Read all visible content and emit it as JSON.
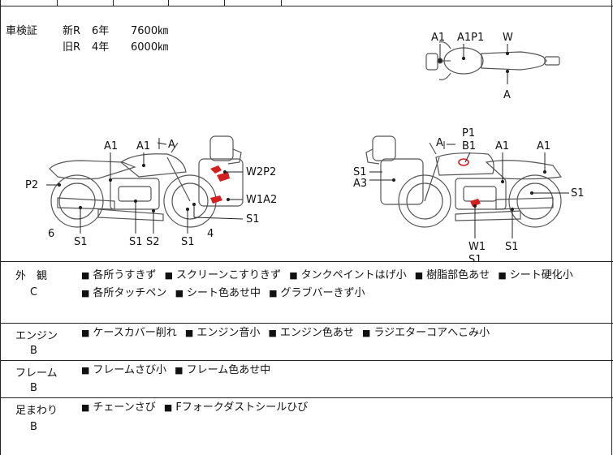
{
  "shaken": {
    "label": "車検証",
    "rows": [
      {
        "kind": "新R",
        "years": "6年",
        "km": "7600㎞"
      },
      {
        "kind": "旧R",
        "years": "4年",
        "km": "6000㎞"
      }
    ]
  },
  "diagram_labels": {
    "top_view": {
      "a1_left": "A1",
      "a1p1": "A1P1",
      "w": "W",
      "a_bottom": "A"
    },
    "left_view": {
      "a1_a": "A1",
      "a1_b": "A1",
      "a_mirror": "A",
      "w2p2": "W2P2",
      "w1a2": "W1A2",
      "s1_right": "S1",
      "p2": "P2",
      "six": "6",
      "four": "4",
      "s1_a": "S1",
      "s1_b": "S1",
      "s2": "S2",
      "s1_c": "S1"
    },
    "right_view": {
      "p1": "P1",
      "b1": "B1",
      "a_mirror": "A",
      "a1_a": "A1",
      "a1_b": "A1",
      "s1_left": "S1",
      "a3": "A3",
      "s1_right": "S1",
      "w1": "W1",
      "s1_bottom": "S1",
      "s1_b2": "S1"
    }
  },
  "sections": [
    {
      "title": "外　観",
      "grade": "C",
      "items": [
        "各所うすきず",
        "スクリーンこすりきず",
        "タンクペイントはげ小",
        "樹脂部色あせ",
        "シート硬化小",
        "各所タッチペン",
        "シート色あせ中",
        "グラブバーきず小"
      ]
    },
    {
      "title": "エンジン",
      "grade": "B",
      "items": [
        "ケースカバー削れ",
        "エンジン音小",
        "エンジン色あせ",
        "ラジエターコアへこみ小"
      ]
    },
    {
      "title": "フレーム",
      "grade": "B",
      "items": [
        "フレームさび小",
        "フレーム色あせ中"
      ]
    },
    {
      "title": "足まわり",
      "grade": "B",
      "items": [
        "チェーンさび",
        "Fフォークダストシールひび"
      ]
    }
  ],
  "colors": {
    "line": "#222222",
    "bike": "#555555",
    "damage": "#d42020"
  }
}
